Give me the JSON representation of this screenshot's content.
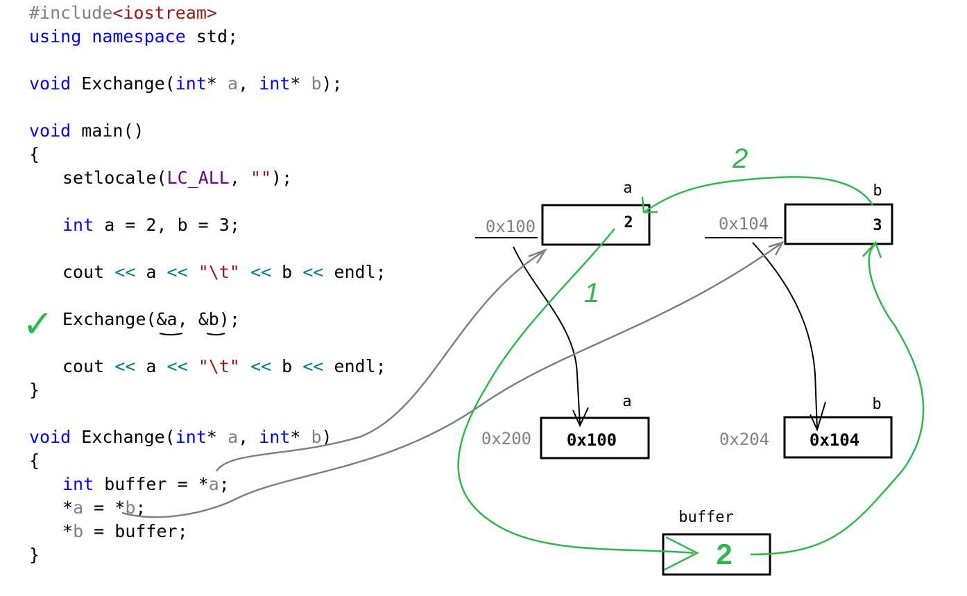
{
  "code": {
    "l1": [
      "#include",
      "<iostream>"
    ],
    "l2": [
      "using",
      " ",
      "namespace",
      " std;"
    ],
    "l3": [
      "void",
      " Exchange(",
      "int",
      "* ",
      "a",
      ", ",
      "int",
      "* ",
      "b",
      ");"
    ],
    "l4": [
      "void",
      " main()"
    ],
    "l5": "{",
    "l6": [
      "setlocale(",
      "LC_ALL",
      ", ",
      "\"\"",
      ");"
    ],
    "l7": [
      "int",
      " a = 2, b = 3;"
    ],
    "l8": [
      "cout ",
      "<<",
      " a ",
      "<<",
      " ",
      "\"\\t\"",
      " ",
      "<<",
      " b ",
      "<<",
      " endl;"
    ],
    "l9": [
      "Exchange(",
      "&a",
      ", ",
      "&b",
      ");"
    ],
    "l10": [
      "cout ",
      "<<",
      " a ",
      "<<",
      " ",
      "\"\\t\"",
      " ",
      "<<",
      " b ",
      "<<",
      " endl;"
    ],
    "l11": "}",
    "l12": [
      "void",
      " Exchange(",
      "int",
      "* ",
      "a",
      ", ",
      "int",
      "* ",
      "b",
      ")"
    ],
    "l13": "{",
    "l14": [
      "int",
      " buffer = *",
      "a",
      ";"
    ],
    "l15": [
      "*",
      "a",
      " = *",
      "b",
      ";"
    ],
    "l16": [
      "*",
      "b",
      " = buffer;"
    ],
    "l17": "}"
  },
  "diagram": {
    "top_a": {
      "name": "a",
      "address": "0x100",
      "value": "2"
    },
    "top_b": {
      "name": "b",
      "address": "0x104",
      "value": "3"
    },
    "ptr_a": {
      "name": "a",
      "address": "0x200",
      "value": "0x100"
    },
    "ptr_b": {
      "name": "b",
      "address": "0x204",
      "value": "0x104"
    },
    "buffer": {
      "name": "buffer",
      "value": "2"
    },
    "step1": "1",
    "step2": "2",
    "checkmark": "✓"
  },
  "colors": {
    "green": "#2db84a",
    "gray_arrow": "#808080",
    "keyword": "#0000ff",
    "string": "#a31515",
    "macro": "#6f008a",
    "operator": "#008080"
  }
}
